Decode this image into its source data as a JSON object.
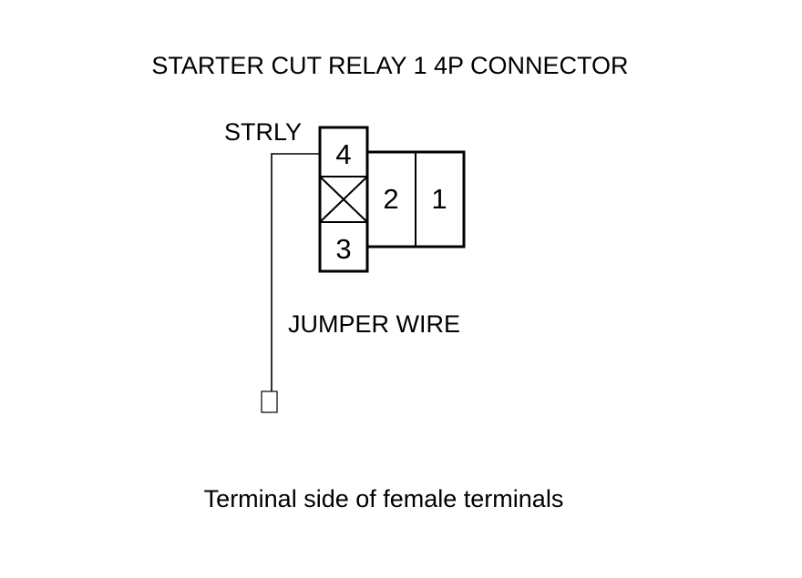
{
  "title": "STARTER CUT RELAY 1 4P CONNECTOR",
  "wire_label": "STRLY",
  "jumper_label": "JUMPER WIRE",
  "footer": "Terminal side of female terminals",
  "connector": {
    "pins": [
      {
        "number": "4"
      },
      {
        "number": "2"
      },
      {
        "number": "1"
      },
      {
        "number": "3"
      }
    ],
    "blank_cavity": "crossed-cell"
  },
  "colors": {
    "stroke": "#000000",
    "background": "#ffffff"
  }
}
